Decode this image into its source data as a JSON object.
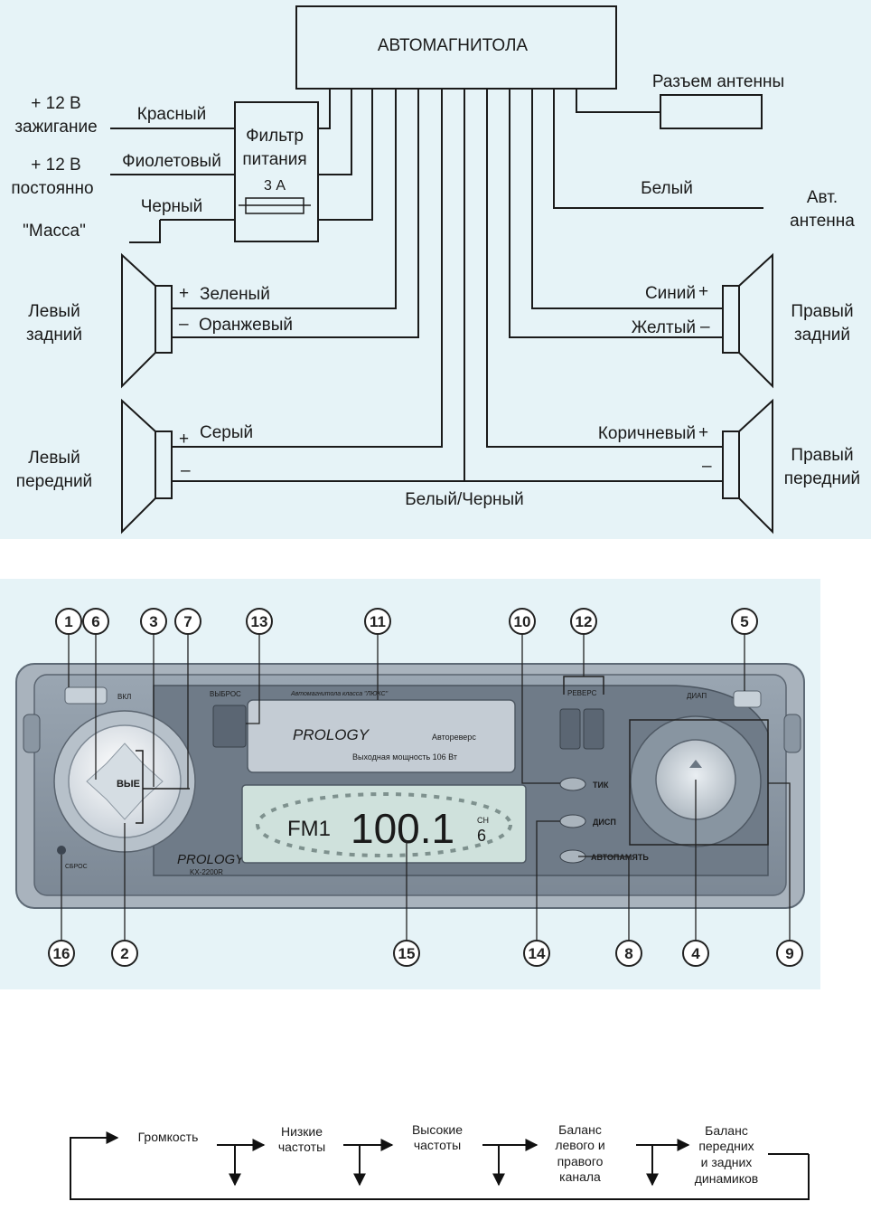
{
  "wiring": {
    "head_unit": "АВТОМАГНИТОЛА",
    "antenna_connector": "Разъем антенны",
    "plus12_ign_1": "+ 12 В",
    "plus12_ign_2": "зажигание",
    "plus12_const_1": "+ 12 В",
    "plus12_const_2": "постоянно",
    "ground": "\"Масса\"",
    "red": "Красный",
    "violet": "Фиолетовый",
    "black": "Черный",
    "filter_1": "Фильтр",
    "filter_2": "питания",
    "fuse": "3 А",
    "white": "Белый",
    "auto_antenna_1": "Авт.",
    "auto_antenna_2": "антенна",
    "left_rear_1": "Левый",
    "left_rear_2": "задний",
    "right_rear_1": "Правый",
    "right_rear_2": "задний",
    "left_front_1": "Левый",
    "left_front_2": "передний",
    "right_front_1": "Правый",
    "right_front_2": "передний",
    "green": "Зеленый",
    "orange": "Оранжевый",
    "blue": "Синий",
    "yellow": "Желтый",
    "gray": "Серый",
    "brown": "Коричневый",
    "white_black": "Белый/Черный",
    "plus": "+",
    "minus": "–"
  },
  "radio": {
    "callouts": [
      "1",
      "6",
      "3",
      "7",
      "13",
      "11",
      "10",
      "12",
      "5",
      "16",
      "2",
      "15",
      "14",
      "8",
      "4",
      "9"
    ],
    "eject_label": "ВЫБРОС",
    "on_label": "ВКЛ",
    "reverse_label": "РЕВЕРС",
    "band_label": "ДИАП",
    "class_text": "Автомагнитола класса \"ЛЮКС\"",
    "brand": "PROLOGY",
    "autoreverse": "Автореверс",
    "power_text": "Выходная мощность 106 Вт",
    "tik_label": "ТИК",
    "disp_label": "ДИСП",
    "automem_label": "АВТОПАМЯТЬ",
    "reset_label": "СБРОС",
    "knob_label": "ВЫЕ",
    "model_brand": "PROLOGY",
    "model": "KX-2200R",
    "lcd_band": "FM1",
    "lcd_freq": "100.1",
    "lcd_ch_label": "CH",
    "lcd_ch": "6"
  },
  "flow": {
    "steps": [
      [
        "Громкость"
      ],
      [
        "Низкие",
        "частоты"
      ],
      [
        "Высокие",
        "частоты"
      ],
      [
        "Баланс",
        "левого и",
        "правого",
        "канала"
      ],
      [
        "Баланс",
        "передних",
        "и задних",
        "динамиков"
      ]
    ]
  }
}
